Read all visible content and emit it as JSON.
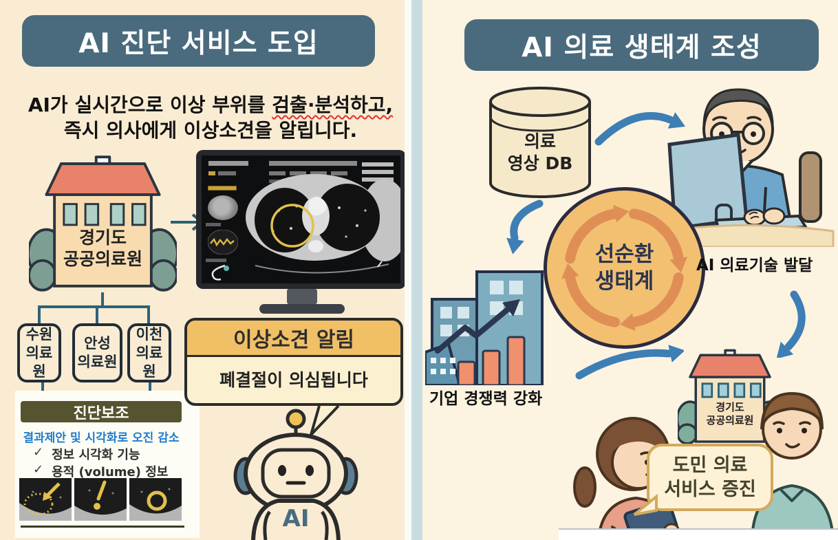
{
  "left_panel": {
    "title": "AI 진단 서비스 도입",
    "subtitle_line1_plain": "AI가 실시간으로 이상 부위를 ",
    "subtitle_line1_underlined": "검출·분석하고,",
    "subtitle_line2": "즉시 의사에게 이상소견을 알립니다.",
    "hospital": {
      "line1": "경기도",
      "line2": "공공의료원"
    },
    "branches": [
      {
        "line1": "수원",
        "line2": "의료원"
      },
      {
        "line1": "안성",
        "line2": "의료원"
      },
      {
        "line1": "이천",
        "line2": "의료원"
      }
    ],
    "diagnosis_aid": {
      "header": "진단보조",
      "subtext": "결과제안 및 시각화로 오진 감소",
      "check": "✓",
      "items": [
        "정보 시각화 기능",
        "용적 (volume) 정보"
      ]
    },
    "alert": {
      "title": "이상소견 알림",
      "message": "폐결절이 의심됩니다"
    },
    "robot_label": "AI"
  },
  "right_panel": {
    "title": "AI 의료 생태계 조성",
    "db": {
      "line1": "의료",
      "line2": "영상 DB"
    },
    "cycle": {
      "line1": "선순환",
      "line2": "생태계"
    },
    "caption_ai_tech": "AI 의료기술 발달",
    "caption_business": "기업 경쟁력 강화",
    "hospital": {
      "line1": "경기도",
      "line2": "공공의료원"
    },
    "service_bubble": {
      "line1": "도민 의료",
      "line2": "서비스 증진"
    }
  },
  "colors": {
    "panel_left_bg": "#f9ecd2",
    "panel_right_bg": "#fcf3e1",
    "title_bg": "#4a6b7d",
    "roof_salmon": "#e8826a",
    "building_cream": "#f8dcb0",
    "window_teal": "#aed0c6",
    "window_blue": "#a3cfda",
    "bush_green": "#7d9f93",
    "diag_bar": "#565330",
    "link_blue_text": "#1e7ccd",
    "alert_header": "#f1c066",
    "arrow_blue": "#3d7eb5",
    "cycle_bg": "#f3c072",
    "cycle_arrow": "#df8f55",
    "bar_salmon": "#f0906c",
    "building_blue": "#6e9cb0",
    "annotation_yellow": "#e2c14b",
    "robot_accent": "#54788c"
  }
}
